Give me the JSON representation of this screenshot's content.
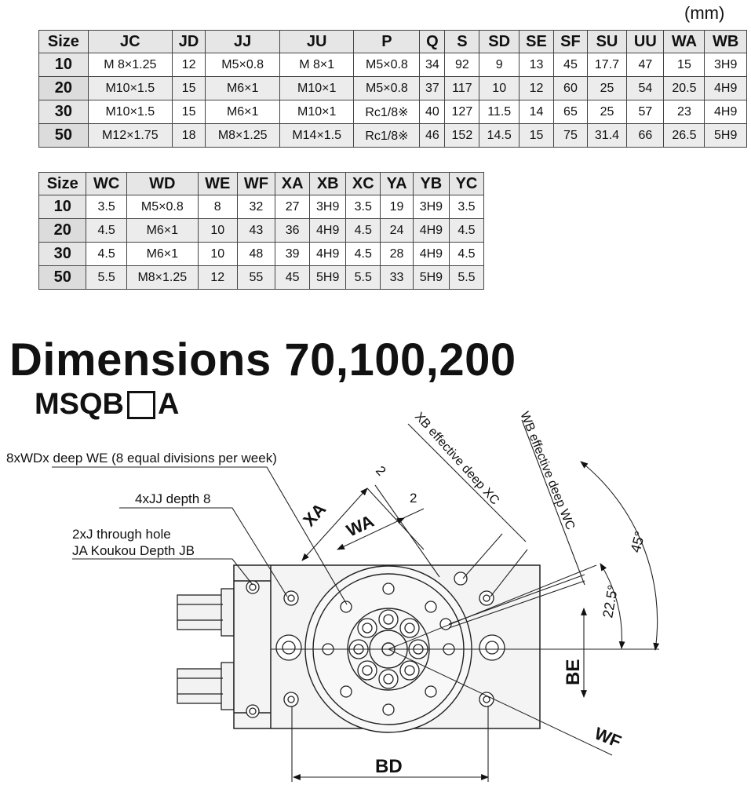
{
  "unit_label": "(mm)",
  "table1": {
    "headers": [
      "Size",
      "JC",
      "JD",
      "JJ",
      "JU",
      "P",
      "Q",
      "S",
      "SD",
      "SE",
      "SF",
      "SU",
      "UU",
      "WA",
      "WB"
    ],
    "rows": [
      [
        "10",
        "M 8×1.25",
        "12",
        "M5×0.8",
        "M 8×1",
        "M5×0.8",
        "34",
        "92",
        "9",
        "13",
        "45",
        "17.7",
        "47",
        "15",
        "3H9"
      ],
      [
        "20",
        "M10×1.5",
        "15",
        "M6×1",
        "M10×1",
        "M5×0.8",
        "37",
        "117",
        "10",
        "12",
        "60",
        "25",
        "54",
        "20.5",
        "4H9"
      ],
      [
        "30",
        "M10×1.5",
        "15",
        "M6×1",
        "M10×1",
        "Rc1/8※",
        "40",
        "127",
        "11.5",
        "14",
        "65",
        "25",
        "57",
        "23",
        "4H9"
      ],
      [
        "50",
        "M12×1.75",
        "18",
        "M8×1.25",
        "M14×1.5",
        "Rc1/8※",
        "46",
        "152",
        "14.5",
        "15",
        "75",
        "31.4",
        "66",
        "26.5",
        "5H9"
      ]
    ]
  },
  "table2": {
    "headers": [
      "Size",
      "WC",
      "WD",
      "WE",
      "WF",
      "XA",
      "XB",
      "XC",
      "YA",
      "YB",
      "YC"
    ],
    "rows": [
      [
        "10",
        "3.5",
        "M5×0.8",
        "8",
        "32",
        "27",
        "3H9",
        "3.5",
        "19",
        "3H9",
        "3.5"
      ],
      [
        "20",
        "4.5",
        "M6×1",
        "10",
        "43",
        "36",
        "4H9",
        "4.5",
        "24",
        "4H9",
        "4.5"
      ],
      [
        "30",
        "4.5",
        "M6×1",
        "10",
        "48",
        "39",
        "4H9",
        "4.5",
        "28",
        "4H9",
        "4.5"
      ],
      [
        "50",
        "5.5",
        "M8×1.25",
        "12",
        "55",
        "45",
        "5H9",
        "5.5",
        "33",
        "5H9",
        "5.5"
      ]
    ]
  },
  "heading": "Dimensions 70,100,200",
  "model": {
    "prefix": "MSQB",
    "suffix": "A"
  },
  "drawing": {
    "callout_holes": "8xWDx deep WE (8 equal divisions per week)",
    "callout_jj": "4xJJ depth 8",
    "callout_j_line1": "2xJ through hole",
    "callout_j_line2": "JA Koukou Depth JB",
    "xb_note": "XB effective deep XC",
    "wb_note": "WB effective deep WC",
    "dim_xa": "XA",
    "dim_wa": "WA",
    "dim_2a": "2",
    "dim_2b": "2",
    "angle_45": "45°",
    "angle_22": "22.5°",
    "dim_be": "BE",
    "dim_wf": "WF",
    "dim_bd": "BD"
  }
}
